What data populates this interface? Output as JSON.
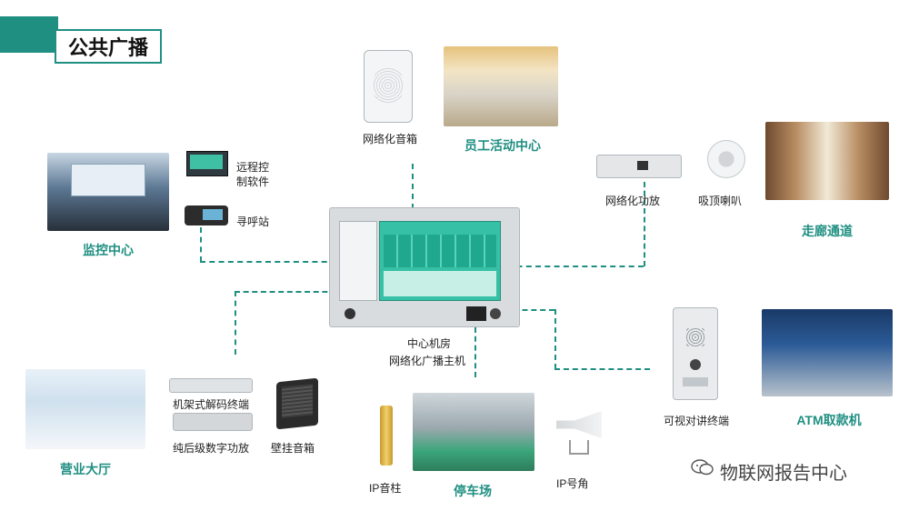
{
  "title": "公共广播",
  "nodes": {
    "speaker_net": "网络化音箱",
    "employee_center": "员工活动中心",
    "remote_software": "远程控\n制软件",
    "paging_station": "寻呼站",
    "monitor_center": "监控中心",
    "amplifier_net": "网络化功放",
    "ceiling_speaker": "吸顶喇叭",
    "corridor": "走廊通道",
    "host_line1": "中心机房",
    "host_line2": "网络化广播主机",
    "rack_decoder": "机架式解码终端",
    "digital_amp": "纯后级数字功放",
    "wall_speaker": "壁挂音箱",
    "business_hall": "营业大厅",
    "ip_column": "IP音柱",
    "parking": "停车场",
    "ip_horn": "IP号角",
    "video_intercom": "可视对讲终端",
    "atm": "ATM取款机"
  },
  "watermark": "物联网报告中心",
  "colors": {
    "accent": "#1f8f82",
    "label_green": "#1f8f82"
  },
  "icons": [
    "wechat-icon"
  ]
}
